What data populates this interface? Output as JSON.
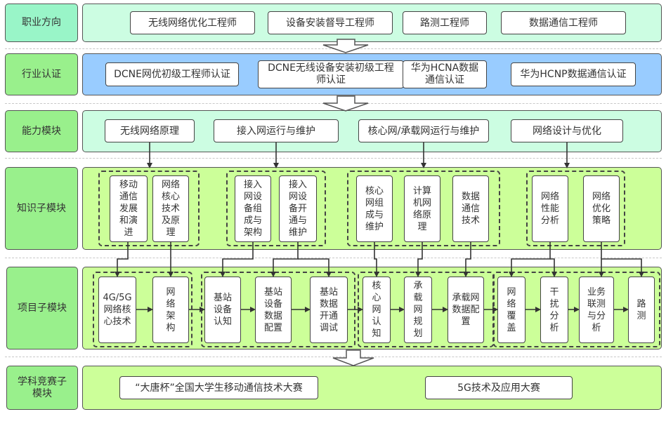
{
  "rows": {
    "career": {
      "label": "职业方向",
      "items": [
        "无线网络优化工程师",
        "设备安装督导工程师",
        "路测工程师",
        "数据通信工程师"
      ]
    },
    "certification": {
      "label": "行业认证",
      "items": [
        "DCNE网优初级工程师认证",
        "DCNE无线设备安装初级工程师认证",
        "华为HCNA数据通信认证",
        "华为HCNP数据通信认证"
      ]
    },
    "ability": {
      "label": "能力模块",
      "items": [
        "无线网络原理",
        "接入网运行与维护",
        "核心网/承载网运行与维护",
        "网络设计与优化"
      ]
    },
    "knowledge": {
      "label": "知识子模块",
      "items": [
        "移动通信发展和演进",
        "网络核心技术及原理",
        "接入网设备组成与架构",
        "接入网设备开通与维护",
        "核心网组成与维护",
        "计算机网络原理",
        "数据通信技术",
        "网络性能分析",
        "网络优化策略"
      ]
    },
    "project": {
      "label": "项目子模块",
      "items": [
        "4G/5G网络核心技术",
        "网络架构",
        "基站设备认知",
        "基站设备数据配置",
        "基站数据开通调试",
        "核心网认知",
        "承载网规划",
        "承载网数据配置",
        "网络覆盖",
        "干扰分析",
        "业务联测与分析",
        "路测"
      ]
    },
    "competition": {
      "label": "学科竞赛子模块",
      "items": [
        "“大唐杯”全国大学生移动通信技术大赛",
        "5G技术及应用大赛"
      ]
    }
  },
  "colors": {
    "label_teal": "#99f5c8",
    "label_green": "#99f08c",
    "band_mint": "#ccfde2",
    "band_blue": "#99ccff",
    "band_lime": "#ccff99",
    "stroke": "#444444"
  }
}
